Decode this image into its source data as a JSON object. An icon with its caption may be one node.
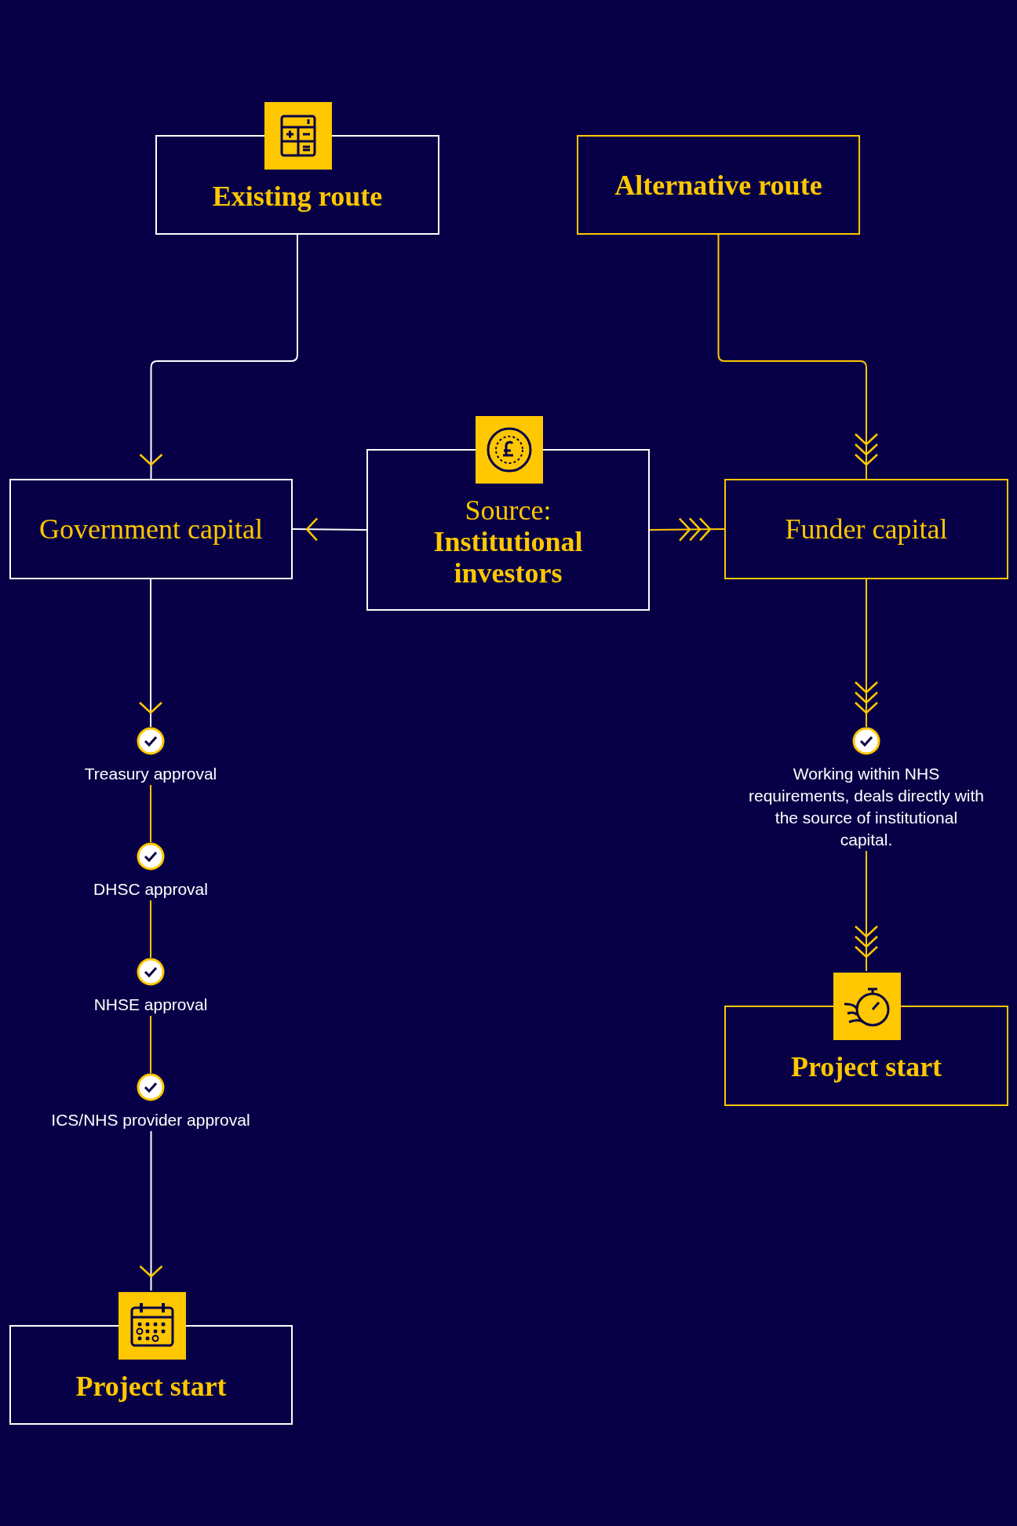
{
  "diagram": {
    "nodes": [
      {
        "text": [
          "Existing route"
        ]
      },
      {
        "text": [
          "Alternative route"
        ]
      },
      {
        "text": [
          "Government capital"
        ]
      },
      {
        "text": [
          "Source:",
          "Institutional investors"
        ]
      },
      {
        "text": [
          "Funder capital"
        ]
      },
      {
        "text": [
          "Treasury approval"
        ]
      },
      {
        "text": [
          "DHSC approval"
        ]
      },
      {
        "text": [
          "NHSE approval"
        ]
      },
      {
        "text": [
          "ICS/NHS provider approval"
        ]
      },
      {
        "text": [
          "Project start"
        ]
      },
      {
        "text": [
          "Working within NHS requirements, deals directly with the source of institutional capital."
        ]
      },
      {
        "text": [
          "Project start"
        ]
      }
    ],
    "edges": [
      {
        "from": 0,
        "to": 2,
        "arrow": "to",
        "color": "#ffffff"
      },
      {
        "from": 1,
        "to": 4,
        "arrow": "to"
      },
      {
        "from": 3,
        "to": 2,
        "arrow": "to",
        "color": "#ffffff"
      },
      {
        "from": 3,
        "to": 4,
        "arrow": "to"
      },
      {
        "from": 2,
        "to": 5,
        "arrow": "to",
        "color": "#ffffff"
      },
      {
        "from": 5,
        "to": 6,
        "arrow": "none"
      },
      {
        "from": 6,
        "to": 7,
        "arrow": "none"
      },
      {
        "from": 7,
        "to": 8,
        "arrow": "none"
      },
      {
        "from": 8,
        "to": 9,
        "arrow": "to",
        "color": "#ffffff"
      },
      {
        "from": 4,
        "to": 10,
        "arrow": "to"
      },
      {
        "from": 10,
        "to": 11,
        "arrow": "to"
      }
    ]
  }
}
